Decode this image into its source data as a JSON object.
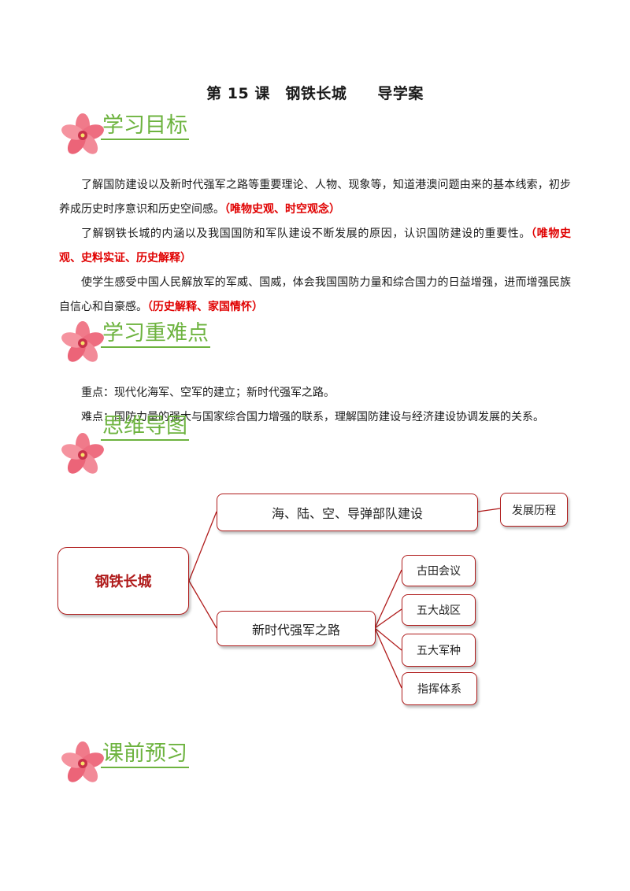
{
  "title": "第 15 课　钢铁长城　　导学案",
  "sections": {
    "goals": "学习目标",
    "key_points": "学习重难点",
    "mind_map": "思维导图",
    "preview": "课前预习"
  },
  "goals": [
    {
      "text": "了解国防建设以及新时代强军之路等重要理论、人物、现象等，知道港澳问题由来的基本线索，初步养成历史时序意识和历史空间感。",
      "tag": "（唯物史观、时空观念）"
    },
    {
      "text": "了解钢铁长城的内涵以及我国国防和军队建设不断发展的原因，认识国防建设的重要性。",
      "tag": "（唯物史观、史料实证、历史解释）"
    },
    {
      "text": "使学生感受中国人民解放军的军威、国威，体会我国国防力量和综合国力的日益增强，进而增强民族自信心和自豪感。",
      "tag": "（历史解释、家国情怀）"
    }
  ],
  "key_points": {
    "important": "重点：现代化海军、空军的建立；新时代强军之路。",
    "difficult": "难点：国防力量的强大与国家综合国力增强的联系，理解国防建设与经济建设协调发展的关系。"
  },
  "mind_map": {
    "root": "钢铁长城",
    "branch1": "海、陆、空、导弹部队建设",
    "branch1_child": "发展历程",
    "branch2": "新时代强军之路",
    "branch2_children": [
      "古田会议",
      "五大战区",
      "五大军种",
      "指挥体系"
    ]
  },
  "colors": {
    "heading_green": "#6db33f",
    "emphasis_red": "#e00000",
    "mindmap_border": "#b01c1c"
  }
}
